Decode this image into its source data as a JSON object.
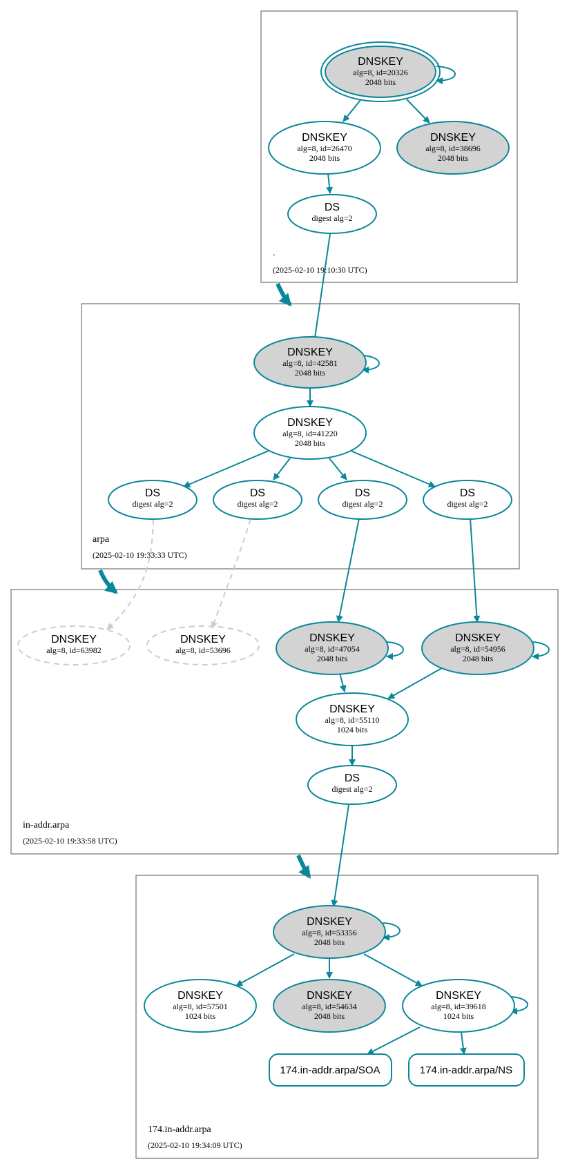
{
  "colors": {
    "accent": "#0a879a",
    "key_fill": "#d3d3d3",
    "missing": "#cccccc",
    "zone_border": "#555555"
  },
  "zones": [
    {
      "name": ".",
      "date": "(2025-02-10 19:10:30 UTC)"
    },
    {
      "name": "arpa",
      "date": "(2025-02-10 19:33:33 UTC)"
    },
    {
      "name": "in-addr.arpa",
      "date": "(2025-02-10 19:33:58 UTC)"
    },
    {
      "name": "174.in-addr.arpa",
      "date": "(2025-02-10 19:34:09 UTC)"
    }
  ],
  "nodes": {
    "root_ksk": {
      "title": "DNSKEY",
      "line1": "alg=8, id=20326",
      "line2": "2048 bits"
    },
    "root_zsk": {
      "title": "DNSKEY",
      "line1": "alg=8, id=26470",
      "line2": "2048 bits"
    },
    "root_k2": {
      "title": "DNSKEY",
      "line1": "alg=8, id=38696",
      "line2": "2048 bits"
    },
    "root_ds": {
      "title": "DS",
      "line1": "digest alg=2"
    },
    "arpa_ksk": {
      "title": "DNSKEY",
      "line1": "alg=8, id=42581",
      "line2": "2048 bits"
    },
    "arpa_zsk": {
      "title": "DNSKEY",
      "line1": "alg=8, id=41220",
      "line2": "2048 bits"
    },
    "arpa_ds1": {
      "title": "DS",
      "line1": "digest alg=2"
    },
    "arpa_ds2": {
      "title": "DS",
      "line1": "digest alg=2"
    },
    "arpa_ds3": {
      "title": "DS",
      "line1": "digest alg=2"
    },
    "arpa_ds4": {
      "title": "DS",
      "line1": "digest alg=2"
    },
    "ia_miss1": {
      "title": "DNSKEY",
      "line1": "alg=8, id=63982"
    },
    "ia_miss2": {
      "title": "DNSKEY",
      "line1": "alg=8, id=53696"
    },
    "ia_ksk1": {
      "title": "DNSKEY",
      "line1": "alg=8, id=47054",
      "line2": "2048 bits"
    },
    "ia_ksk2": {
      "title": "DNSKEY",
      "line1": "alg=8, id=54956",
      "line2": "2048 bits"
    },
    "ia_zsk": {
      "title": "DNSKEY",
      "line1": "alg=8, id=55110",
      "line2": "1024 bits"
    },
    "ia_ds": {
      "title": "DS",
      "line1": "digest alg=2"
    },
    "z174_ksk": {
      "title": "DNSKEY",
      "line1": "alg=8, id=53356",
      "line2": "2048 bits"
    },
    "z174_k1": {
      "title": "DNSKEY",
      "line1": "alg=8, id=57501",
      "line2": "1024 bits"
    },
    "z174_k2": {
      "title": "DNSKEY",
      "line1": "alg=8, id=54634",
      "line2": "2048 bits"
    },
    "z174_zsk": {
      "title": "DNSKEY",
      "line1": "alg=8, id=39618",
      "line2": "1024 bits"
    }
  },
  "records": {
    "soa": "174.in-addr.arpa/SOA",
    "ns": "174.in-addr.arpa/NS"
  }
}
